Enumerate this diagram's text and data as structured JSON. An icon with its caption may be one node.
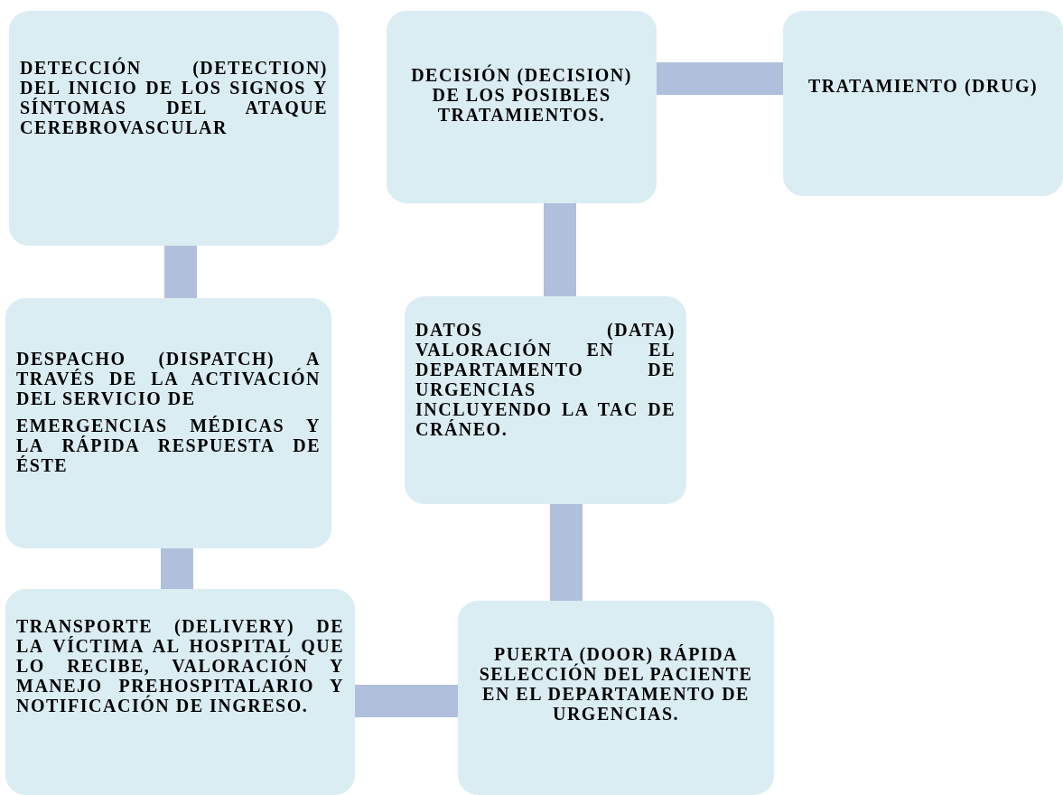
{
  "diagram": {
    "nodes": [
      {
        "text": [
          "DETECCIÓN (DETECTION) DEL INICIO DE LOS SIGNOS Y SÍNTOMAS DEL ATAQUE CEREBROVASCULAR"
        ]
      },
      {
        "text": [
          "DESPACHO (DISPATCH) A TRAVÉS DE LA ACTIVACIÓN DEL SERVICIO DE",
          "EMERGENCIAS MÉDICAS Y LA RÁPIDA RESPUESTA DE ÉSTE"
        ]
      },
      {
        "text": [
          "TRANSPORTE (DELIVERY) DE LA VÍCTIMA AL HOSPITAL QUE LO RECIBE, VALORACIÓN Y MANEJO PREHOSPITALARIO Y NOTIFICACIÓN DE INGRESO."
        ]
      },
      {
        "text": [
          "PUERTA (DOOR) RÁPIDA SELECCIÓN DEL PACIENTE EN EL DEPARTAMENTO DE URGENCIAS."
        ]
      },
      {
        "text": [
          "DATOS (DATA) VALORACIÓN EN EL DEPARTAMENTO DE URGENCIAS INCLUYENDO LA TAC DE CRÁNEO."
        ]
      },
      {
        "text": [
          "DECISIÓN (DECISION) DE LOS POSIBLES TRATAMIENTOS."
        ]
      },
      {
        "text": [
          "TRATAMIENTO (DRUG)"
        ]
      }
    ],
    "edges": [
      {
        "from": 0,
        "to": 1,
        "arrow": "none"
      },
      {
        "from": 1,
        "to": 2,
        "arrow": "none"
      },
      {
        "from": 2,
        "to": 3,
        "arrow": "none"
      },
      {
        "from": 3,
        "to": 4,
        "arrow": "none"
      },
      {
        "from": 4,
        "to": 5,
        "arrow": "none"
      },
      {
        "from": 5,
        "to": 6,
        "arrow": "none"
      }
    ]
  }
}
